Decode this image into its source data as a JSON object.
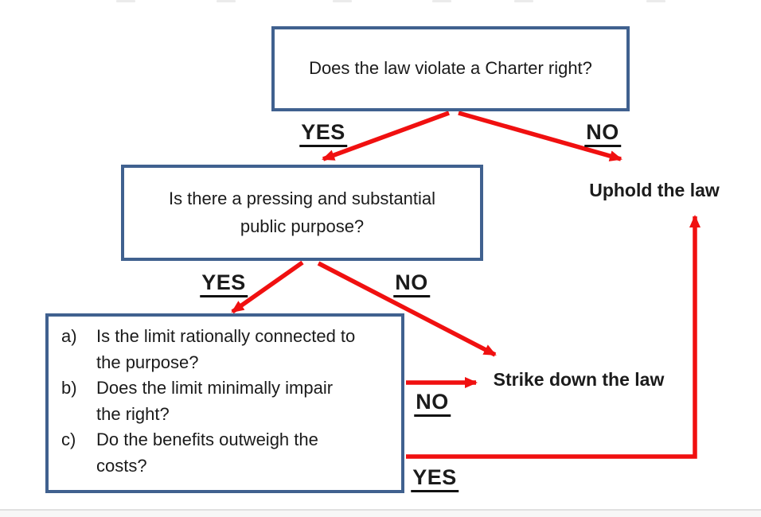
{
  "palette": {
    "box_border_blue": "#40618f",
    "arrow_red": "#f01010",
    "text_color": "#1b1b1b",
    "divider_gray": "#e0e0e0"
  },
  "flowchart": {
    "question1": {
      "text": "Does the law violate a Charter right?"
    },
    "question2": {
      "text": "Is there a pressing and substantial\npublic purpose?"
    },
    "question3": {
      "items": [
        {
          "marker": "a)",
          "text": "Is the limit rationally connected to\nthe purpose?"
        },
        {
          "marker": "b)",
          "text": "Does the limit minimally impair\nthe right?"
        },
        {
          "marker": "c)",
          "text": "Do the benefits outweigh the\ncosts?"
        }
      ]
    },
    "labels": {
      "q1_yes": "YES",
      "q1_no": "NO",
      "q2_yes": "YES",
      "q2_no": "NO",
      "q3_no": "NO",
      "q3_yes": "YES"
    },
    "outcomes": {
      "uphold": "Uphold the law",
      "strike": "Strike down the law"
    }
  }
}
